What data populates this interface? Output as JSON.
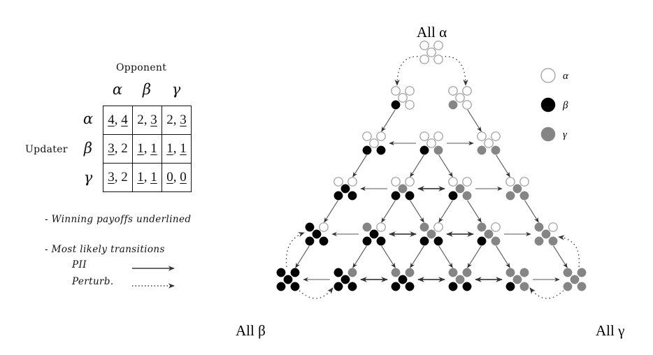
{
  "payoff_table": {
    "opponent_label": "Opponent",
    "updater_label": "Updater",
    "strategies": [
      "α",
      "β",
      "γ"
    ],
    "rows": [
      {
        "strategy": "α",
        "cells": [
          {
            "updater": "4",
            "opponent": "4",
            "updater_underlined": true,
            "opponent_underlined": true
          },
          {
            "updater": "2",
            "opponent": "3",
            "updater_underlined": false,
            "opponent_underlined": true
          },
          {
            "updater": "2",
            "opponent": "3",
            "updater_underlined": false,
            "opponent_underlined": true
          }
        ]
      },
      {
        "strategy": "β",
        "cells": [
          {
            "updater": "3",
            "opponent": "2",
            "updater_underlined": true,
            "opponent_underlined": false
          },
          {
            "updater": "1",
            "opponent": "1",
            "updater_underlined": true,
            "opponent_underlined": true
          },
          {
            "updater": "1",
            "opponent": "1",
            "updater_underlined": true,
            "opponent_underlined": true
          }
        ]
      },
      {
        "strategy": "γ",
        "cells": [
          {
            "updater": "3",
            "opponent": "2",
            "updater_underlined": true,
            "opponent_underlined": false
          },
          {
            "updater": "1",
            "opponent": "1",
            "updater_underlined": true,
            "opponent_underlined": true
          },
          {
            "updater": "0",
            "opponent": "0",
            "updater_underlined": true,
            "opponent_underlined": true
          }
        ]
      }
    ]
  },
  "notes": {
    "winning": "- Winning payoffs underlined",
    "transitions": "- Most likely transitions",
    "pii": "PII",
    "perturb": "Perturb."
  },
  "legend": [
    {
      "symbol": "α",
      "fill": "#ffffff",
      "stroke": "#9a9a9a"
    },
    {
      "symbol": "β",
      "fill": "#000000",
      "stroke": "#000000"
    },
    {
      "symbol": "γ",
      "fill": "#858585",
      "stroke": "#858585"
    }
  ],
  "corner_labels": {
    "all_alpha": "All α",
    "all_beta": "All β",
    "all_gamma": "All γ"
  },
  "graph": {
    "population_size": 5,
    "node_slot_order": [
      "top-left",
      "top-right",
      "center",
      "bottom-left",
      "bottom-right"
    ],
    "rows": [
      [
        [
          "a",
          "a",
          "a",
          "a",
          "a"
        ]
      ],
      [
        [
          "a",
          "a",
          "a",
          "b",
          "a"
        ],
        [
          "a",
          "a",
          "a",
          "g",
          "a"
        ]
      ],
      [
        [
          "a",
          "a",
          "a",
          "b",
          "b"
        ],
        [
          "a",
          "a",
          "a",
          "b",
          "g"
        ],
        [
          "a",
          "a",
          "a",
          "g",
          "g"
        ]
      ],
      [
        [
          "a",
          "a",
          "b",
          "b",
          "b"
        ],
        [
          "a",
          "a",
          "g",
          "b",
          "b"
        ],
        [
          "a",
          "a",
          "g",
          "b",
          "g"
        ],
        [
          "a",
          "a",
          "g",
          "g",
          "g"
        ]
      ],
      [
        [
          "b",
          "a",
          "b",
          "b",
          "b"
        ],
        [
          "g",
          "a",
          "b",
          "b",
          "b"
        ],
        [
          "g",
          "a",
          "g",
          "b",
          "b"
        ],
        [
          "g",
          "a",
          "g",
          "b",
          "g"
        ],
        [
          "g",
          "a",
          "g",
          "g",
          "g"
        ]
      ],
      [
        [
          "b",
          "b",
          "b",
          "b",
          "b"
        ],
        [
          "b",
          "g",
          "b",
          "b",
          "b"
        ],
        [
          "g",
          "g",
          "b",
          "b",
          "b"
        ],
        [
          "g",
          "g",
          "g",
          "b",
          "b"
        ],
        [
          "g",
          "g",
          "g",
          "b",
          "g"
        ],
        [
          "g",
          "g",
          "g",
          "g",
          "g"
        ]
      ]
    ],
    "pii_edges": [
      {
        "from": [
          1,
          0
        ],
        "to": [
          2,
          0
        ]
      },
      {
        "from": [
          1,
          1
        ],
        "to": [
          2,
          2
        ]
      },
      {
        "from": [
          2,
          1
        ],
        "to": [
          2,
          0
        ]
      },
      {
        "from": [
          2,
          1
        ],
        "to": [
          2,
          2
        ]
      },
      {
        "from": [
          2,
          0
        ],
        "to": [
          3,
          0
        ]
      },
      {
        "from": [
          2,
          1
        ],
        "to": [
          3,
          1
        ]
      },
      {
        "from": [
          2,
          1
        ],
        "to": [
          3,
          2
        ]
      },
      {
        "from": [
          2,
          2
        ],
        "to": [
          3,
          3
        ]
      },
      {
        "from": [
          3,
          1
        ],
        "to": [
          3,
          0
        ]
      },
      {
        "from": [
          3,
          1
        ],
        "to": [
          3,
          2
        ],
        "bidirectional": true
      },
      {
        "from": [
          3,
          2
        ],
        "to": [
          3,
          3
        ]
      },
      {
        "from": [
          3,
          0
        ],
        "to": [
          4,
          0
        ]
      },
      {
        "from": [
          3,
          1
        ],
        "to": [
          4,
          1
        ]
      },
      {
        "from": [
          3,
          1
        ],
        "to": [
          4,
          2
        ]
      },
      {
        "from": [
          3,
          2
        ],
        "to": [
          4,
          2
        ]
      },
      {
        "from": [
          3,
          2
        ],
        "to": [
          4,
          3
        ]
      },
      {
        "from": [
          3,
          3
        ],
        "to": [
          4,
          4
        ]
      },
      {
        "from": [
          4,
          1
        ],
        "to": [
          4,
          0
        ]
      },
      {
        "from": [
          4,
          1
        ],
        "to": [
          4,
          2
        ],
        "bidirectional": true
      },
      {
        "from": [
          4,
          2
        ],
        "to": [
          4,
          3
        ],
        "bidirectional": true
      },
      {
        "from": [
          4,
          3
        ],
        "to": [
          4,
          4
        ]
      },
      {
        "from": [
          4,
          0
        ],
        "to": [
          5,
          0
        ]
      },
      {
        "from": [
          4,
          1
        ],
        "to": [
          5,
          1
        ]
      },
      {
        "from": [
          4,
          1
        ],
        "to": [
          5,
          2
        ]
      },
      {
        "from": [
          4,
          2
        ],
        "to": [
          5,
          2
        ]
      },
      {
        "from": [
          4,
          2
        ],
        "to": [
          5,
          3
        ]
      },
      {
        "from": [
          4,
          3
        ],
        "to": [
          5,
          3
        ]
      },
      {
        "from": [
          4,
          3
        ],
        "to": [
          5,
          4
        ]
      },
      {
        "from": [
          4,
          4
        ],
        "to": [
          5,
          5
        ]
      },
      {
        "from": [
          5,
          1
        ],
        "to": [
          5,
          0
        ]
      },
      {
        "from": [
          5,
          1
        ],
        "to": [
          5,
          2
        ],
        "bidirectional": true
      },
      {
        "from": [
          5,
          2
        ],
        "to": [
          5,
          3
        ],
        "bidirectional": true
      },
      {
        "from": [
          5,
          3
        ],
        "to": [
          5,
          4
        ],
        "bidirectional": true
      },
      {
        "from": [
          5,
          4
        ],
        "to": [
          5,
          5
        ]
      }
    ],
    "perturb_edges": [
      {
        "from": [
          0,
          0
        ],
        "to": [
          1,
          0
        ]
      },
      {
        "from": [
          0,
          0
        ],
        "to": [
          1,
          1
        ]
      },
      {
        "from": [
          5,
          0
        ],
        "to": [
          4,
          0
        ]
      },
      {
        "from": [
          5,
          0
        ],
        "to": [
          5,
          1
        ]
      },
      {
        "from": [
          5,
          5
        ],
        "to": [
          4,
          4
        ]
      },
      {
        "from": [
          5,
          5
        ],
        "to": [
          5,
          4
        ]
      }
    ]
  }
}
